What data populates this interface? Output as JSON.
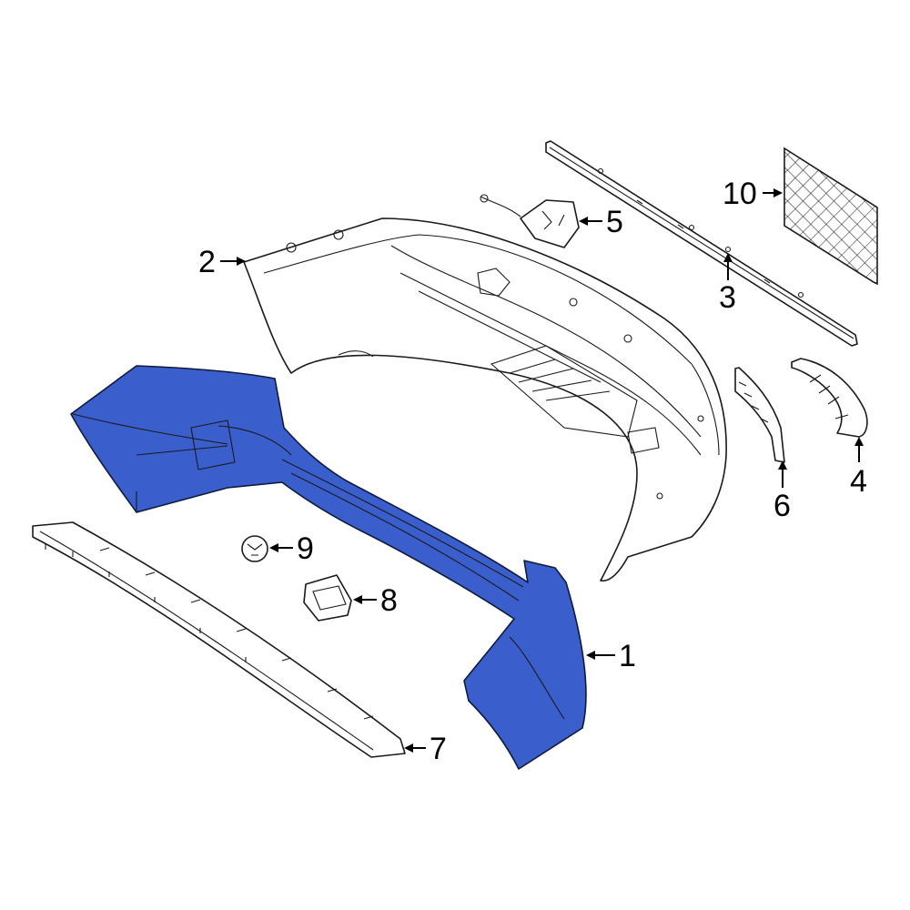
{
  "colors": {
    "highlight": "#3a5fcd",
    "line": "#1a1a1a",
    "background": "#ffffff"
  },
  "callouts": {
    "c1": "1",
    "c2": "2",
    "c3": "3",
    "c4": "4",
    "c5": "5",
    "c6": "6",
    "c7": "7",
    "c8": "8",
    "c9": "9",
    "c10": "10"
  }
}
